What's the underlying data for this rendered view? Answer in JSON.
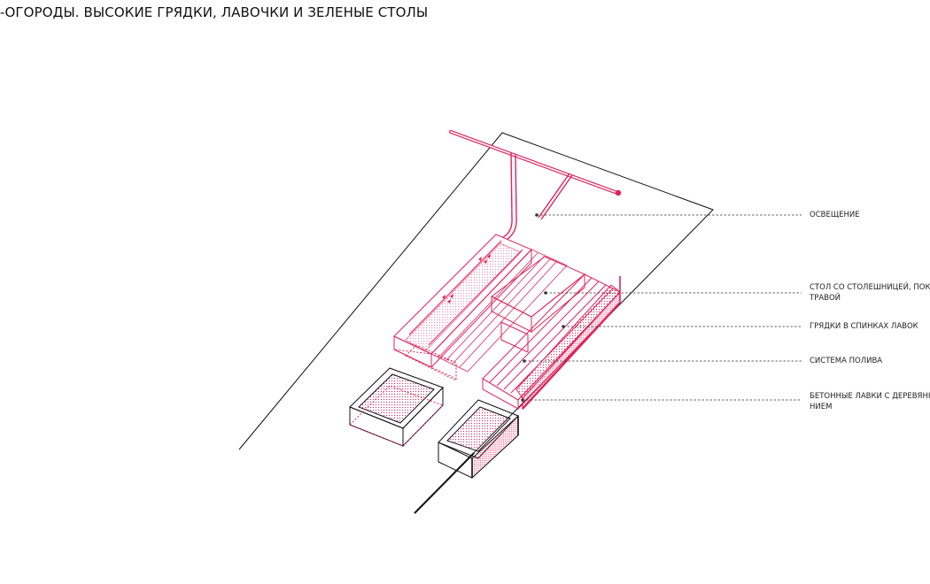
{
  "title": "-ОГОРОДЫ. ВЫСОКИЕ ГРЯДКИ, ЛАВОЧКИ И ЗЕЛЕНЫЕ СТОЛЫ",
  "colors": {
    "accent": "#e0245e",
    "line": "#111111",
    "leader": "#333333"
  },
  "callouts": [
    {
      "lines": [
        "ОСВЕЩЕНИЕ"
      ]
    },
    {
      "lines": [
        "СТОЛ СО СТОЛЕШНИЦЕЙ, ПОКРЫТОЙ",
        "ТРАВОЙ"
      ]
    },
    {
      "lines": [
        "ГРЯДКИ В СПИНКАХ ЛАВОК"
      ]
    },
    {
      "lines": [
        "СИСТЕМА ПОЛИВА"
      ]
    },
    {
      "lines": [
        "БЕТОННЫЕ ЛАВКИ С ДЕРЕВЯННЫМ",
        "НИЕМ"
      ]
    }
  ]
}
